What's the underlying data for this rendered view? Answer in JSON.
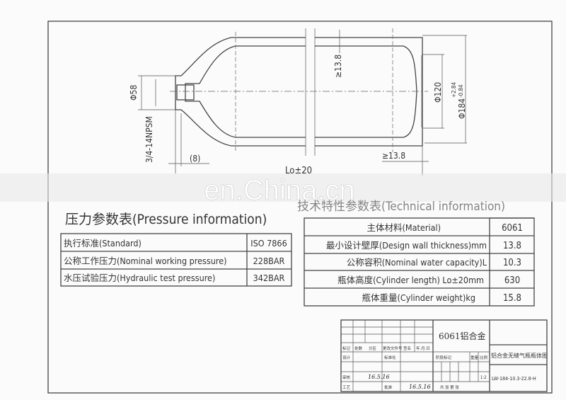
{
  "drawing": {
    "dims": {
      "neck_dia": "Φ58",
      "thread": "3/4-14NPSM",
      "neck_len": "(8)",
      "length": "Lo±20",
      "wall_side": "≥13.8",
      "wall_base": "≥13.8",
      "base_dia": "Φ120",
      "outer_dia": "Φ184",
      "outer_tol_upper": "+2.84",
      "outer_tol_lower": "-0.84"
    }
  },
  "watermark": "en.China.cn",
  "pressure": {
    "title": "压力参数表(Pressure information)",
    "rows": [
      {
        "label": "执行标准(Standard)",
        "value": "ISO 7866"
      },
      {
        "label": "公称工作压力(Nominal working pressure)",
        "value": "228BAR"
      },
      {
        "label": "水压试验压力(Hydraulic test pressure)",
        "value": "342BAR"
      }
    ]
  },
  "technical": {
    "title": "技术特性参数表(Technical information)",
    "rows": [
      {
        "label": "主体材料(Material)",
        "value": "6061"
      },
      {
        "label": "最小设计壁厚(Design wall thickness)mm",
        "value": "13.8"
      },
      {
        "label": "公称容积(Nominal water capacity)L",
        "value": "10.3"
      },
      {
        "label": "瓶体高度(Cylinder length) Lo±20mm",
        "value": "630"
      },
      {
        "label": "瓶体重量(Cylinder weight)kg",
        "value": "15.8"
      }
    ]
  },
  "title_block": {
    "material": "6061铝合金",
    "drawing_name": "铝合金无缝气瓶瓶体图",
    "drawing_no": "LW-184-10.3-22.8-H",
    "scale": "1:2",
    "headers": [
      "标记",
      "处数",
      "分区",
      "更改文件号",
      "签名",
      "年.月.日"
    ],
    "design": "设计",
    "standardization": "标准化",
    "review": "审核",
    "process": "工艺",
    "approve": "批准",
    "stage_mark": "阶段标记",
    "weight": "重量",
    "scale_label": "比例",
    "sheets": "共  张  第  张",
    "sign_date": "16.5.16"
  }
}
